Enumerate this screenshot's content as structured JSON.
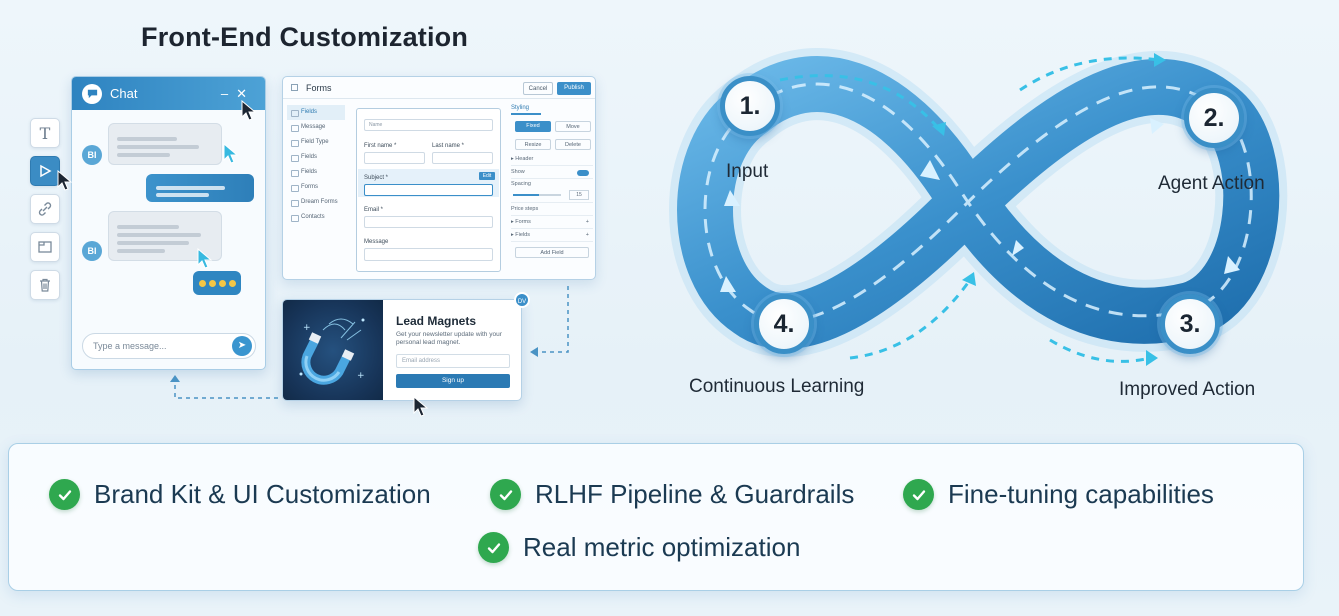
{
  "title": "Front-End Customization",
  "toolbar": {
    "tools": [
      "text-tool",
      "pointer-tool",
      "link-tool",
      "layout-tool",
      "trash-tool"
    ],
    "text_glyph": "T"
  },
  "chat": {
    "title": "Chat",
    "avatar_label": "BI",
    "input_placeholder": "Type a message...",
    "send_glyph": "➤"
  },
  "forms": {
    "title": "Forms",
    "buttons": [
      "Cancel",
      "Publish"
    ],
    "sidebar": [
      "Fields",
      "Message",
      "Field Type",
      "Fields",
      "Fields",
      "Forms",
      "Dream Forms",
      "Contacts"
    ],
    "canvas": {
      "name_placeholder": "Name",
      "first_name": "First name *",
      "last_name": "Last name *",
      "subject": "Subject *",
      "email": "Email *",
      "message": "Message",
      "field_badge": "Edit"
    },
    "props": {
      "tab": "Styling",
      "toggle_a": "Fixed",
      "toggle_b": "Move",
      "btn_a": "Resize",
      "btn_b": "Delete",
      "section": "Header",
      "switch_label": "Show",
      "spacing": "Spacing",
      "spacing_value": "15",
      "price_label": "Price steps",
      "rows": [
        "Forms",
        "Fields"
      ],
      "add_field": "Add Field"
    }
  },
  "lead": {
    "title": "Lead Magnets",
    "description": "Get your newsletter update with your personal lead magnet.",
    "email_placeholder": "Email address",
    "button": "Sign up",
    "badge": "DV"
  },
  "loop": {
    "steps": [
      {
        "num": "1.",
        "label": "Input"
      },
      {
        "num": "2.",
        "label": "Agent Action"
      },
      {
        "num": "3.",
        "label": "Improved Action"
      },
      {
        "num": "4.",
        "label": "Continuous Learning"
      }
    ]
  },
  "benefits": [
    "Brand Kit & UI Customization",
    "RLHF Pipeline & Guardrails",
    "Fine-tuning capabilities",
    "Real metric optimization"
  ],
  "colors": {
    "accent": "#2e83c0",
    "check": "#2fa84f",
    "text_dark": "#1b3a52"
  }
}
